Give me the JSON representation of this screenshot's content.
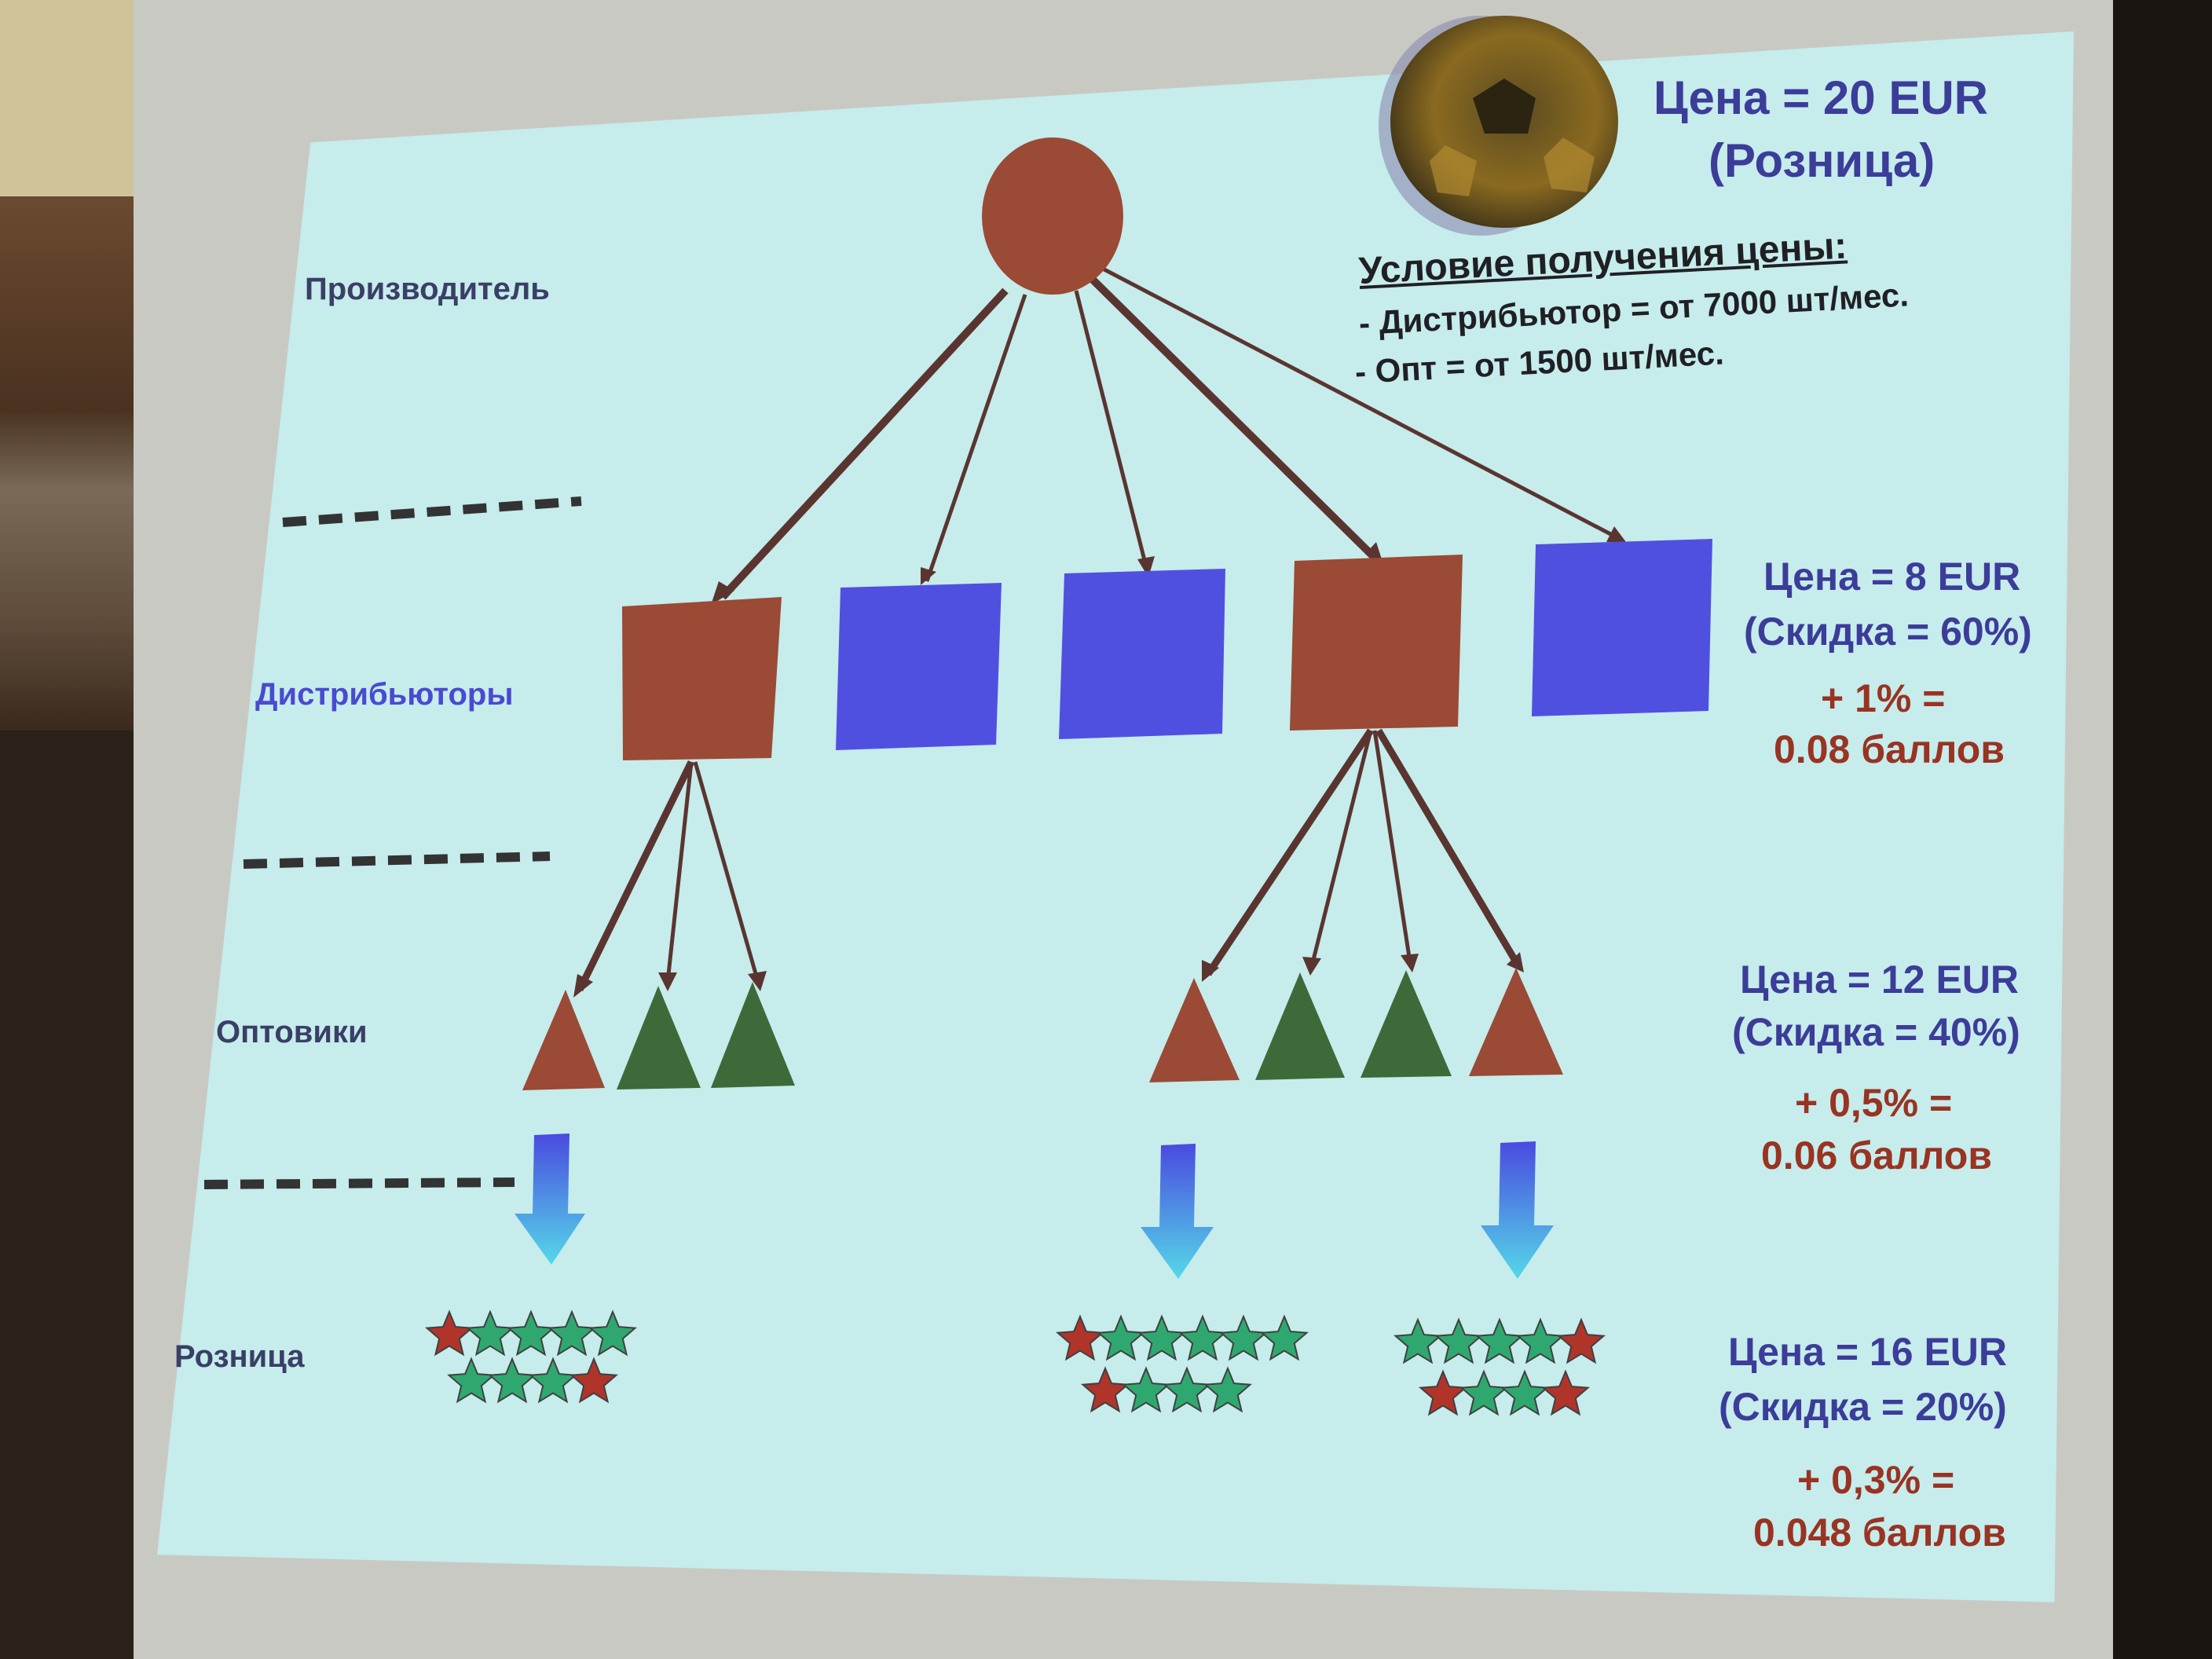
{
  "levels": {
    "producer": "Производитель",
    "distributors": "Дистрибьюторы",
    "wholesalers": "Оптовики",
    "retail": "Розница"
  },
  "retail_price": {
    "line1": "Цена = 20 EUR",
    "line2": "(Розница)"
  },
  "conditions": {
    "title": "Условие получения цены:",
    "item1": "- Дистрибьютор  = от 7000 шт/мес.",
    "item2": "- Опт = от 1500 шт/мес."
  },
  "distributor_price": {
    "price": "Цена = 8 EUR",
    "discount": "(Скидка = 60%)",
    "bonus1": "+ 1% =",
    "bonus2": "0.08 баллов"
  },
  "wholesale_price": {
    "price": "Цена = 12 EUR",
    "discount": "(Скидка = 40%)",
    "bonus1": "+ 0,5% =",
    "bonus2": "0.06 баллов"
  },
  "retail_level_price": {
    "price": "Цена = 16 EUR",
    "discount": "(Скидка = 20%)",
    "bonus1": "+ 0,3% =",
    "bonus2": "0.048 баллов"
  },
  "colors": {
    "brown": "#9a4a35",
    "blue": "#5050e0",
    "green": "#3e6a3a",
    "star_green": "#2fa86f",
    "star_red": "#b0342a",
    "text_blue": "#3c3c99",
    "text_red": "#993322"
  },
  "icons": [
    "football-icon"
  ]
}
